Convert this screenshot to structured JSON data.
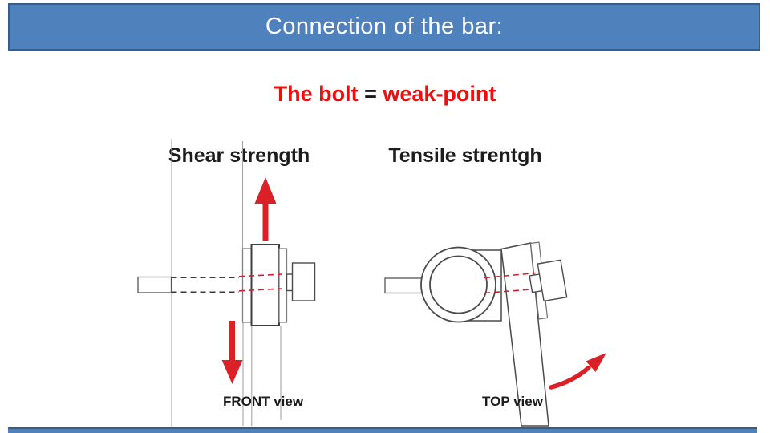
{
  "slide": {
    "header": {
      "title": "Connection of the bar:"
    },
    "subtitle": {
      "lead": "The bolt",
      "equals": "=",
      "tail": "weak-point"
    },
    "sections": {
      "left": {
        "heading": "Shear strength",
        "caption": "FRONT view"
      },
      "right": {
        "heading": "Tensile strentgh",
        "caption": "TOP view"
      }
    }
  },
  "icons": {
    "shear_up": "red-arrow-up",
    "shear_down": "red-arrow-down",
    "tensile_pull": "red-curved-arrow"
  },
  "colors": {
    "bar_fill": "#4f81bd",
    "bar_border": "#385d8a",
    "accent_red": "#ee0e0e",
    "arrow_red": "#da2128",
    "dash_red": "#cb2233",
    "outline_dark": "#4a4a4a",
    "outline_mid": "#6f6f6f",
    "line_gray": "#a5a5a5",
    "text_dark": "#1c1c1c"
  }
}
